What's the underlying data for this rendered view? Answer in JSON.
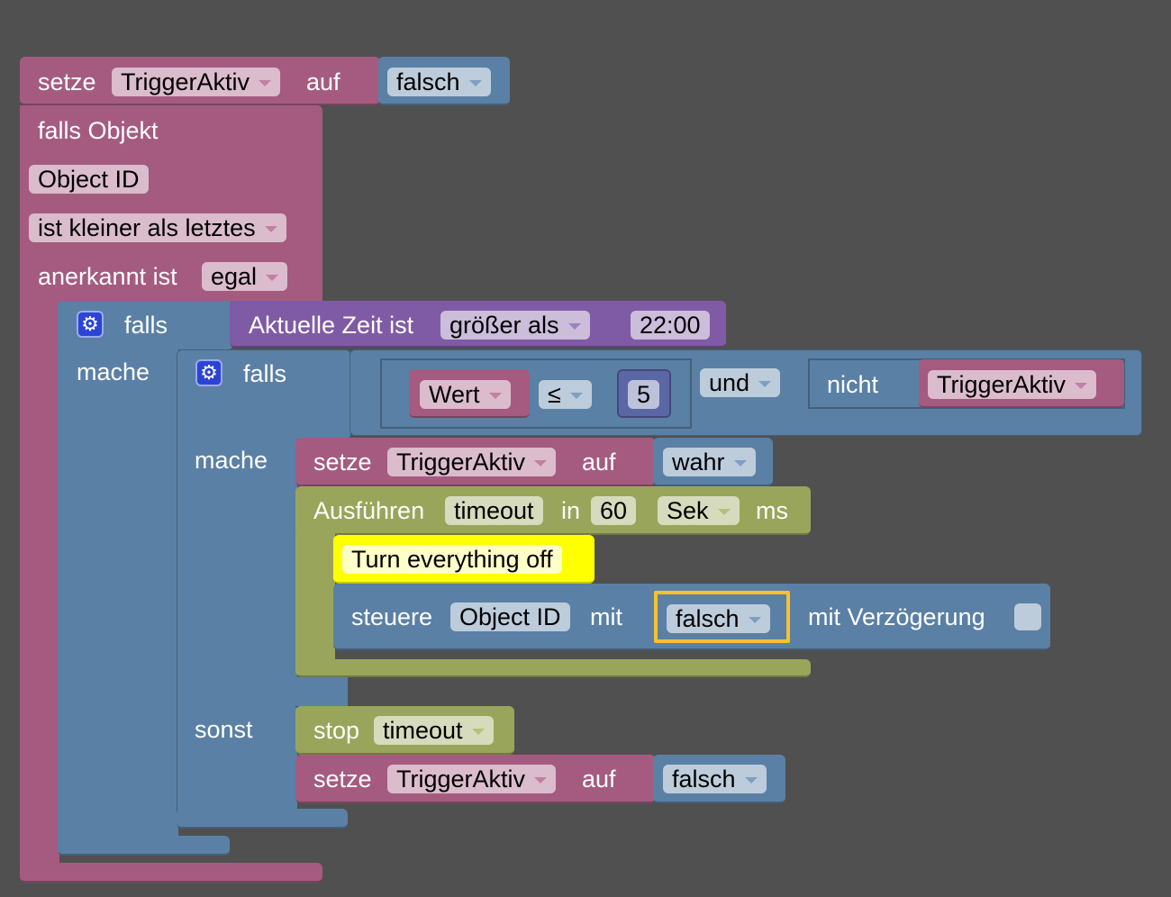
{
  "block1": {
    "setze": "setze",
    "var": "TriggerAktiv",
    "auf": "auf",
    "value": "falsch"
  },
  "trigger": {
    "title": "falls Objekt",
    "object": "Object ID",
    "condition": "ist kleiner als letztes",
    "ack_label": "anerkannt ist",
    "ack": "egal"
  },
  "if1": {
    "falls": "falls",
    "mache": "mache",
    "cond_label": "Aktuelle Zeit ist",
    "cond_op": "größer als",
    "time": "22:00"
  },
  "if2": {
    "falls": "falls",
    "mache": "mache",
    "sonst": "sonst",
    "var": "Wert",
    "op": "≤",
    "num": "5",
    "and": "und",
    "not": "nicht",
    "not_var": "TriggerAktiv"
  },
  "set_true": {
    "setze": "setze",
    "var": "TriggerAktiv",
    "auf": "auf",
    "value": "wahr"
  },
  "timeout": {
    "label": "Ausführen",
    "name": "timeout",
    "in": "in",
    "value": "60",
    "unit": "Sek",
    "ms": "ms"
  },
  "comment": "Turn everything off",
  "control": {
    "label": "steuere",
    "object": "Object ID",
    "mit": "mit",
    "value": "falsch",
    "delay": "mit Verzögerung"
  },
  "stop": {
    "label": "stop",
    "name": "timeout"
  },
  "set_false": {
    "setze": "setze",
    "var": "TriggerAktiv",
    "auf": "auf",
    "value": "falsch"
  }
}
